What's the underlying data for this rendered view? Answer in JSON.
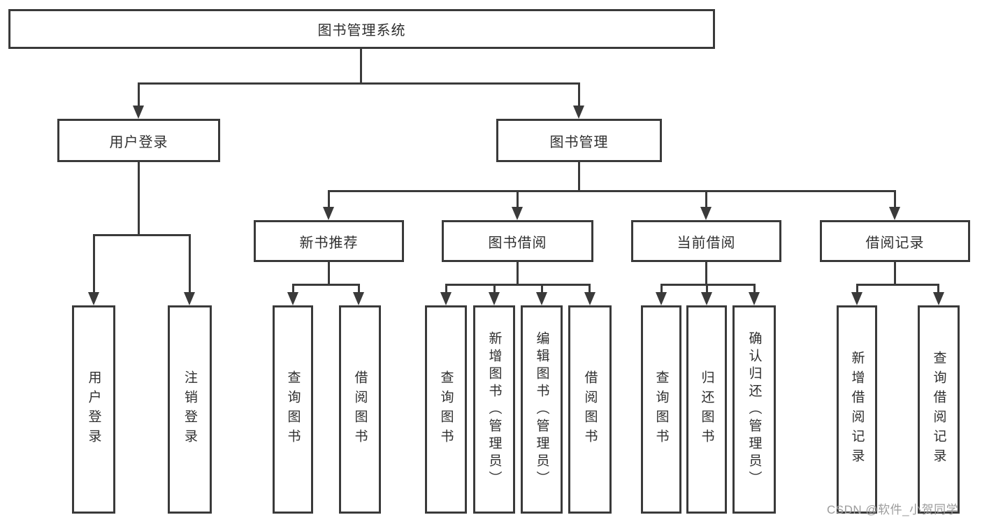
{
  "diagram": {
    "root": "图书管理系统",
    "level2": {
      "user_login": "用户登录",
      "book_mgmt": "图书管理"
    },
    "level3": {
      "new_book_rec": "新书推荐",
      "book_borrow": "图书借阅",
      "current_borrow": "当前借阅",
      "borrow_record": "借阅记录"
    },
    "leaves": {
      "user_login_leaf": "用户登录",
      "logout": "注销登录",
      "query_book_1": "查询图书",
      "borrow_book_1": "借阅图书",
      "query_book_2": "查询图书",
      "add_book": "新增图书（管理员）",
      "edit_book": "编辑图书（管理员）",
      "borrow_book_2": "借阅图书",
      "query_book_3": "查询图书",
      "return_book": "归还图书",
      "confirm_return": "确认归还（管理员）",
      "add_borrow_record": "新增借阅记录",
      "query_borrow_record": "查询借阅记录"
    }
  },
  "watermark": "CSDN @软件_小贺同学",
  "colors": {
    "line": "#3a3a3a",
    "text": "#2f2f2f",
    "watermark": "#9c9c9c",
    "background": "#ffffff"
  }
}
